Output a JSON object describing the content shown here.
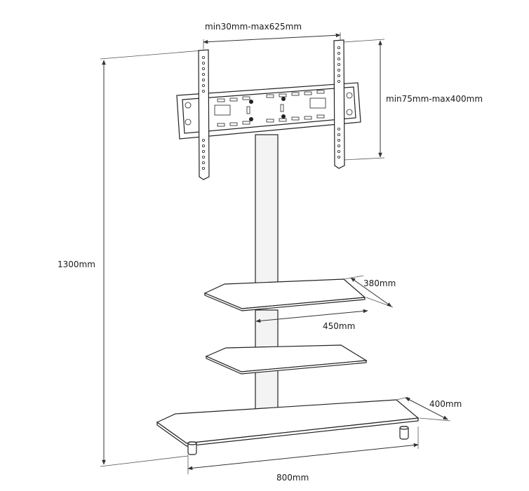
{
  "diagram": {
    "dimensions": {
      "vesa_width": "min30mm-max625mm",
      "vesa_height": "min75mm-max400mm",
      "total_height": "1300mm",
      "shelf_depth": "380mm",
      "shelf_width": "450mm",
      "base_depth": "400mm",
      "base_width": "800mm"
    },
    "colors": {
      "line": "#222222",
      "text": "#1a1a1a"
    }
  }
}
